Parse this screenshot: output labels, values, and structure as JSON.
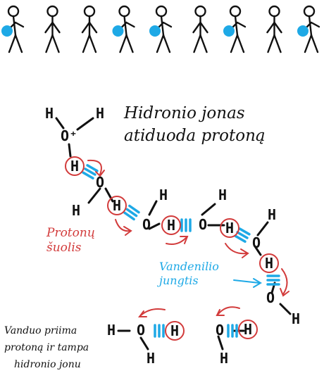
{
  "colors": {
    "ink": "#111111",
    "proton_ball": "#1ea9e6",
    "hydrogen_bond": "#1ea9e6",
    "proton_jump": "#d23b3b"
  },
  "people": {
    "count": 9,
    "holding_ball": [
      1,
      4,
      5,
      7,
      9
    ]
  },
  "title": {
    "line1": "Hidronio jonas",
    "line2": "atiduoda protoną"
  },
  "proton_jump_label": {
    "line1": "Protonų",
    "line2": "šuolis"
  },
  "hbond_label": {
    "line1": "Vandenilio",
    "line2": "jungtis"
  },
  "result_label": {
    "line1": "Vanduo priima",
    "line2": "protoną ir tampa",
    "line3": "hidronio jonu"
  },
  "atoms": {
    "h": "H",
    "o": "O",
    "o_plus": "O⁺",
    "bond": "-"
  }
}
